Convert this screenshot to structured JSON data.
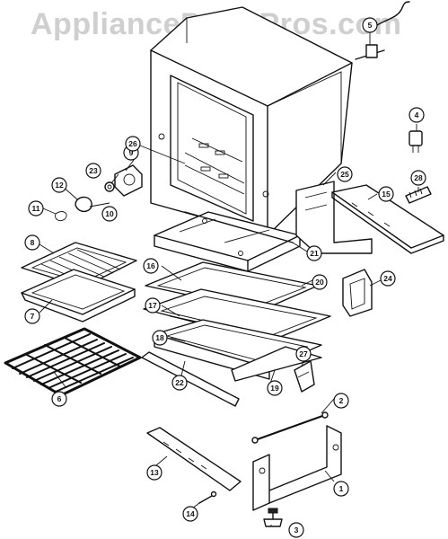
{
  "watermark": "AppliancePartsPros.com",
  "callouts": [
    {
      "label": "1"
    },
    {
      "label": "2"
    },
    {
      "label": "3"
    },
    {
      "label": "4"
    },
    {
      "label": "5"
    },
    {
      "label": "6"
    },
    {
      "label": "7"
    },
    {
      "label": "8"
    },
    {
      "label": "9"
    },
    {
      "label": "10"
    },
    {
      "label": "11"
    },
    {
      "label": "12"
    },
    {
      "label": "13"
    },
    {
      "label": "14"
    },
    {
      "label": "15"
    },
    {
      "label": "16"
    },
    {
      "label": "17"
    },
    {
      "label": "18"
    },
    {
      "label": "19"
    },
    {
      "label": "20"
    },
    {
      "label": "21"
    },
    {
      "label": "22"
    },
    {
      "label": "23"
    },
    {
      "label": "24"
    },
    {
      "label": "25"
    },
    {
      "label": "26"
    },
    {
      "label": "27"
    },
    {
      "label": "28"
    }
  ]
}
